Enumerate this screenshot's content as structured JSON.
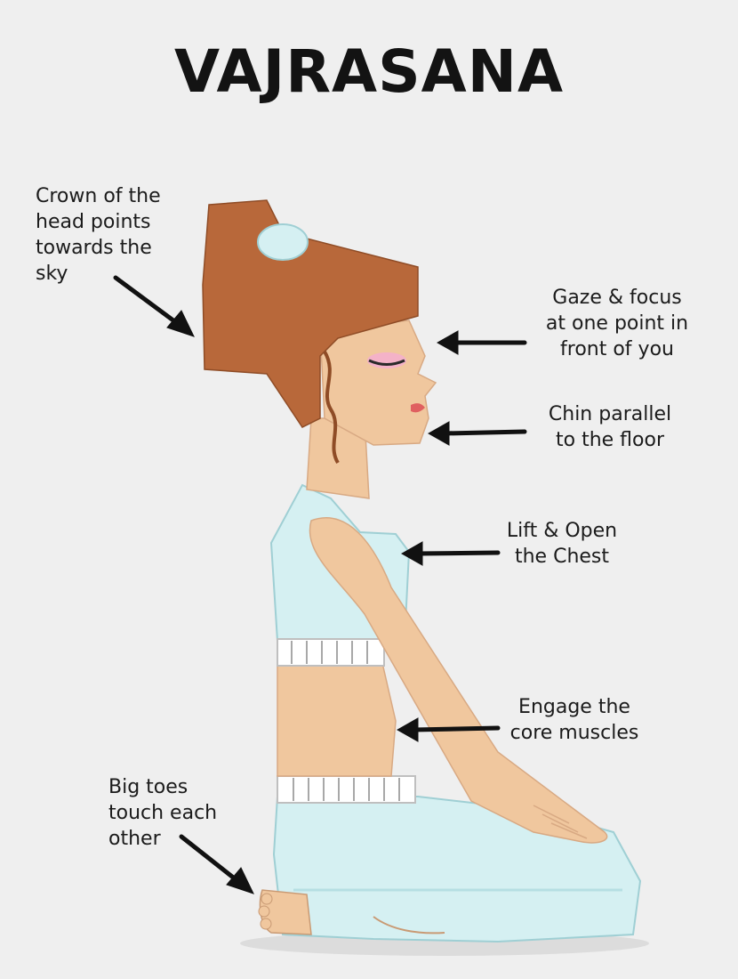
{
  "title": "VAJRASANA",
  "annotations": {
    "crown": [
      "Crown of the",
      "head points",
      "towards the",
      "sky"
    ],
    "gaze": [
      "Gaze & focus",
      "at one point in",
      "front of you"
    ],
    "chin": [
      "Chin parallel",
      "to the floor"
    ],
    "chest": [
      "Lift & Open",
      "the Chest"
    ],
    "core": [
      "Engage the",
      "core muscles"
    ],
    "toes": [
      "Big toes",
      "touch each",
      "other"
    ]
  },
  "colors": {
    "background": "#efefef",
    "hair": "#b8683a",
    "skin": "#f0c79e",
    "clothing": "#d5f0f2",
    "arrow": "#111111"
  }
}
